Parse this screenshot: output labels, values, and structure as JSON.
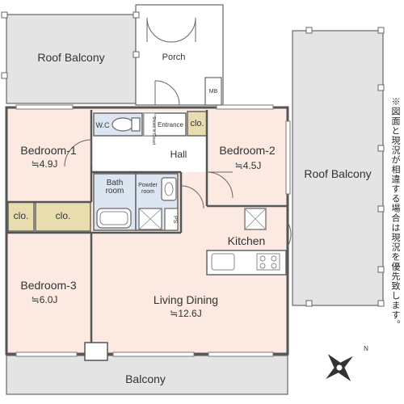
{
  "labels": {
    "roof_balcony_left": "Roof Balcony",
    "porch": "Porch",
    "mb": "MB",
    "wc": "W.C",
    "shoes_in_closet": "Shoes in Closet",
    "entrance": "Entrance",
    "clo_entrance": "clo.",
    "hall": "Hall",
    "bedroom1_name": "Bedroom-1",
    "bedroom1_area": "≒4.9J",
    "bedroom2_name": "Bedroom-2",
    "bedroom2_area": "≒4.5J",
    "roof_balcony_right": "Roof Balcony",
    "bath_room": "Bath\nroom",
    "powder_room": "Powder\nroom",
    "ps": "PS",
    "clo_left": "clo.",
    "clo_mid": "clo.",
    "kitchen": "Kitchen",
    "bedroom3_name": "Bedroom-3",
    "bedroom3_area": "≒6.0J",
    "living_dining_name": "Living Dining",
    "living_dining_area": "≒12.6J",
    "balcony": "Balcony",
    "compass_n": "N"
  },
  "note": "※図面と現況が相違する場合は現況を優先致します。",
  "colors": {
    "wall": "#666666",
    "gray_floor": "#e4e4e4",
    "room_floor": "#fce9e1",
    "wet_floor": "#dce6f2",
    "closet_floor": "#e9ddb0"
  }
}
